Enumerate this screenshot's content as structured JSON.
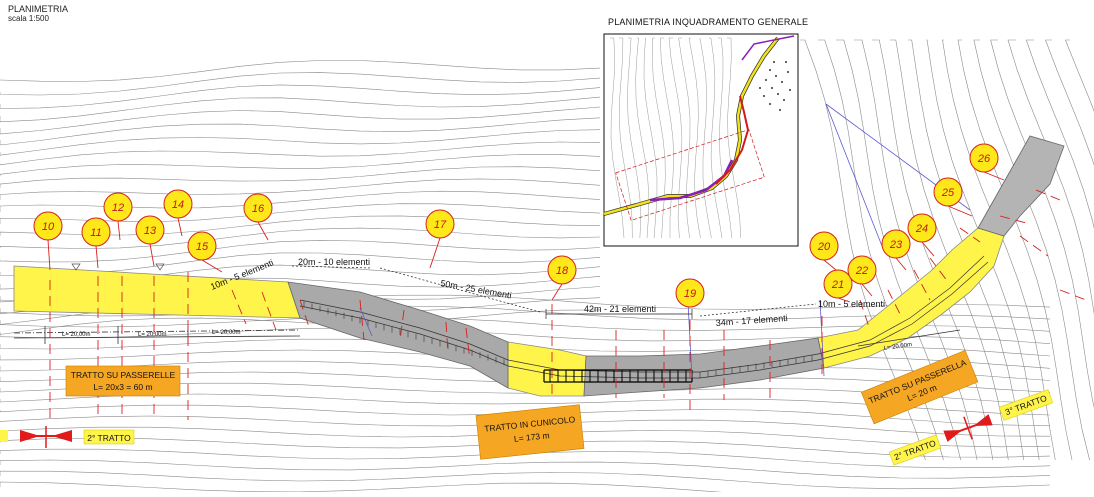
{
  "header": {
    "title": "PLANIMETRIA",
    "scale": "scala 1:500"
  },
  "inset": {
    "title": "PLANIMETRIA INQUADRAMENTO GENERALE"
  },
  "markers": [
    "10",
    "11",
    "12",
    "13",
    "14",
    "15",
    "16",
    "17",
    "18",
    "19",
    "20",
    "21",
    "22",
    "23",
    "24",
    "25",
    "26"
  ],
  "labels": {
    "seg1": "10m - 5 elementi",
    "seg2": "20m - 10 elementi",
    "seg3": "50m - 25 elementi",
    "seg4": "42m - 21 elementi",
    "seg5": "34m - 17 elementi",
    "seg6": "10m - 5 elementi",
    "span1": "L= 20,00m",
    "span2": "L= 20,00m",
    "span3": "L= 20,00m",
    "span4": "L= 20,00m"
  },
  "boxes": {
    "passerelle_title": "TRATTO SU PASSERELLE",
    "passerelle_len": "L= 20x3 = 60 m",
    "cunicolo_title": "TRATTO IN CUNICOLO",
    "cunicolo_len": "L= 173 m",
    "passerella_title": "TRATTO SU PASSERELLA",
    "passerella_len": "L= 20 m"
  },
  "tags": {
    "left": "2° TRATTO",
    "right_a": "2° TRATTO",
    "right_b": "3° TRATTO"
  },
  "colors": {
    "marker_fill": "#ffe81a",
    "marker_stroke": "#d62020",
    "yellow": "#fff44a",
    "orange": "#f5a623",
    "grey": "#a9a9a9",
    "arrow": "#e01b1b"
  }
}
